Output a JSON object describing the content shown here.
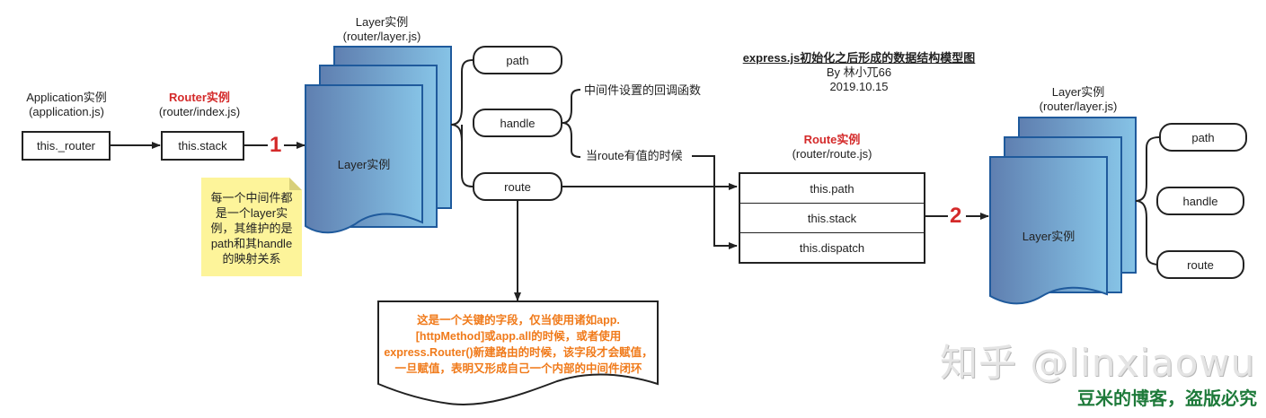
{
  "title": {
    "main": "express.js初始化之后形成的数据结构模型图",
    "author": "By 林小兀66",
    "date": "2019.10.15"
  },
  "application": {
    "heading": "Application实例",
    "file": "(application.js)",
    "field": "this._router"
  },
  "router": {
    "heading": "Router实例",
    "file": "(router/index.js)",
    "field": "this.stack"
  },
  "arrows": {
    "step1": "1",
    "step2": "2"
  },
  "layer_left": {
    "heading": "Layer实例",
    "file": "(router/layer.js)",
    "label": "Layer实例",
    "props": [
      "path",
      "handle",
      "route"
    ]
  },
  "handle_notes": {
    "callback": "中间件设置的回调函数",
    "when_route": "当route有值的时候"
  },
  "sticky_note": {
    "lines": [
      "每一个中间件都",
      "是一个layer实",
      "例，其维护的是",
      "path和其handle",
      "的映射关系"
    ]
  },
  "route_instance": {
    "heading": "Route实例",
    "file": "(router/route.js)",
    "rows": [
      "this.path",
      "this.stack",
      "this.dispatch"
    ]
  },
  "layer_right": {
    "heading": "Layer实例",
    "file": "(router/layer.js)",
    "label": "Layer实例",
    "props": [
      "path",
      "handle",
      "route"
    ]
  },
  "route_note": {
    "lines": [
      "这是一个关键的字段，仅当使用诸如app.",
      "[httpMethod]或app.all的时候，或者使用",
      "express.Router()新建路由的时候，该字段才会赋值，",
      "一旦赋值，表明又形成自己一个内部的中间件闭环"
    ]
  },
  "watermarks": {
    "zhihu": "知乎 @linxiaowu",
    "blog": "豆米的博客，盗版必究"
  },
  "colors": {
    "accent_red": "#d42a2a",
    "note_orange": "#f07a1a",
    "sticky_yellow": "#fdf49a",
    "layer_blue_dark": "#5f7fb0",
    "layer_blue_light": "#86c3e6",
    "layer_border": "#1f5a9c",
    "watermark_green": "#1e7a3a"
  }
}
